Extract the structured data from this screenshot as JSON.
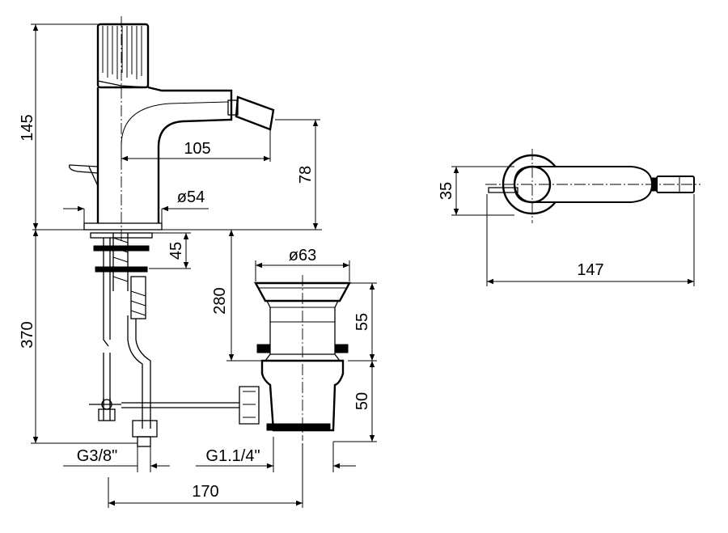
{
  "dimensions": {
    "spout_height": "145",
    "spout_reach": "105",
    "outlet_height": "78",
    "base_diameter": "ø54",
    "max_deck_thickness": "45",
    "waste_diameter": "ø63",
    "waste_length": "280",
    "flexible_length": "370",
    "waste_upper": "55",
    "waste_lower": "50",
    "inlet_thread": "G3/8\"",
    "waste_thread": "G1.1/4\"",
    "inlet_to_waste": "170",
    "handle_depth": "35",
    "overall_length": "147"
  }
}
